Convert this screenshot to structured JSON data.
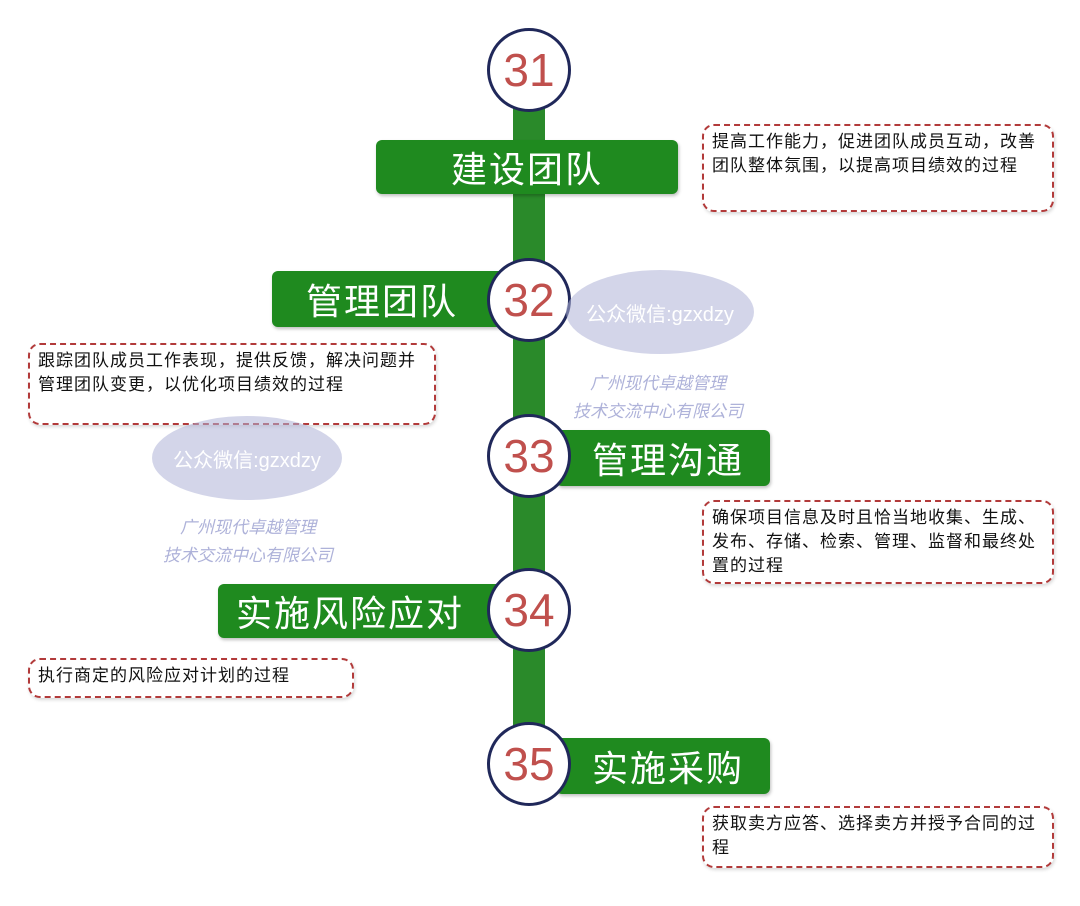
{
  "steps": [
    {
      "number": "31",
      "title": "建设团队",
      "description": "提高工作能力，促进团队成员互动，改善团队整体氛围，以提高项目绩效的过程"
    },
    {
      "number": "32",
      "title": "管理团队",
      "description": "跟踪团队成员工作表现，提供反馈，解决问题并管理团队变更，以优化项目绩效的过程"
    },
    {
      "number": "33",
      "title": "管理沟通",
      "description": "确保项目信息及时且恰当地收集、生成、发布、存储、检索、管理、监督和最终处置的过程"
    },
    {
      "number": "34",
      "title": "实施风险应对",
      "description": "执行商定的风险应对计划的过程"
    },
    {
      "number": "35",
      "title": "实施采购",
      "description": "获取卖方应答、选择卖方并授予合同的过程"
    }
  ],
  "watermarks": [
    {
      "oval": "公众微信:gzxdzy",
      "line1": "广州现代卓越管理",
      "line2": "技术交流中心有限公司"
    },
    {
      "oval": "公众微信:gzxdzy",
      "line1": "广州现代卓越管理",
      "line2": "技术交流中心有限公司"
    }
  ],
  "colors": {
    "spine": "#2a8a2a",
    "bar": "#1f8a1f",
    "number": "#c0504d",
    "circle_border": "#20285a",
    "box_border": "#b23a3a"
  }
}
